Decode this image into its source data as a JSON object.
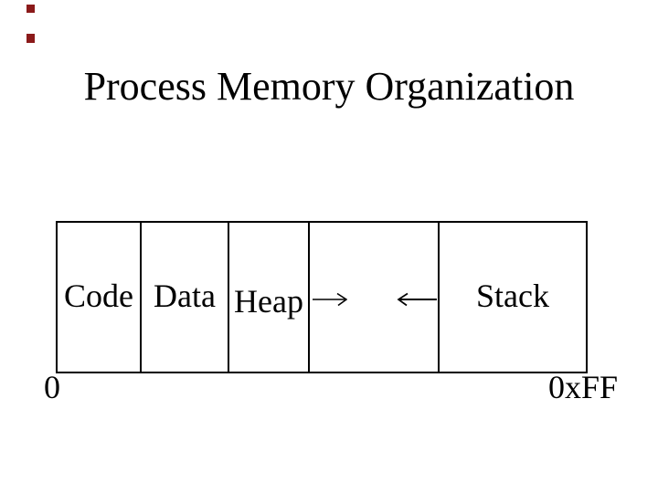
{
  "title": "Process Memory Organization",
  "diagram": {
    "segments": [
      {
        "label": "Code"
      },
      {
        "label": "Data"
      },
      {
        "label": "Heap"
      },
      {
        "label": "",
        "note": "free space between heap and stack"
      },
      {
        "label": "Stack"
      }
    ],
    "icons": {
      "heap_growth": "arrow-right →",
      "stack_growth": "arrow-left ←"
    },
    "start_address": "0",
    "end_address": "0xFF"
  },
  "colors": {
    "background": "#ffffff",
    "line": "#000000",
    "text": "#000000",
    "artifact_red": "#8b1a1a"
  }
}
